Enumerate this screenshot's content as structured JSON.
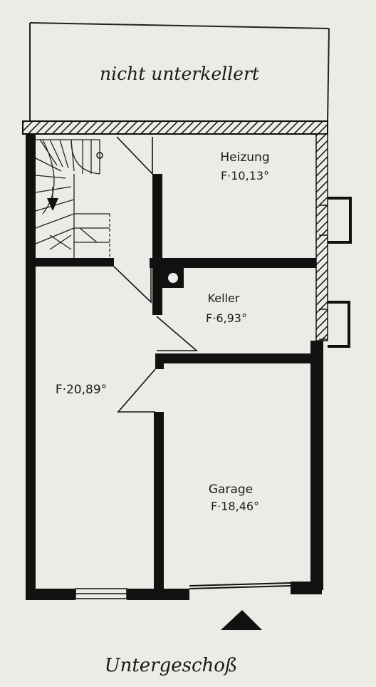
{
  "plan": {
    "annex_label": "nicht unterkellert",
    "floor_title": "Untergeschoß",
    "rooms": [
      {
        "id": "heizung",
        "name": "Heizung",
        "area": "F·10,13°"
      },
      {
        "id": "keller",
        "name": "Keller",
        "area": "F·6,93°"
      },
      {
        "id": "main",
        "name": "",
        "area": "F·20,89°"
      },
      {
        "id": "garage",
        "name": "Garage",
        "area": "F·18,46°"
      }
    ]
  },
  "colors": {
    "paper": "#ecebe6",
    "ink": "#111111"
  }
}
